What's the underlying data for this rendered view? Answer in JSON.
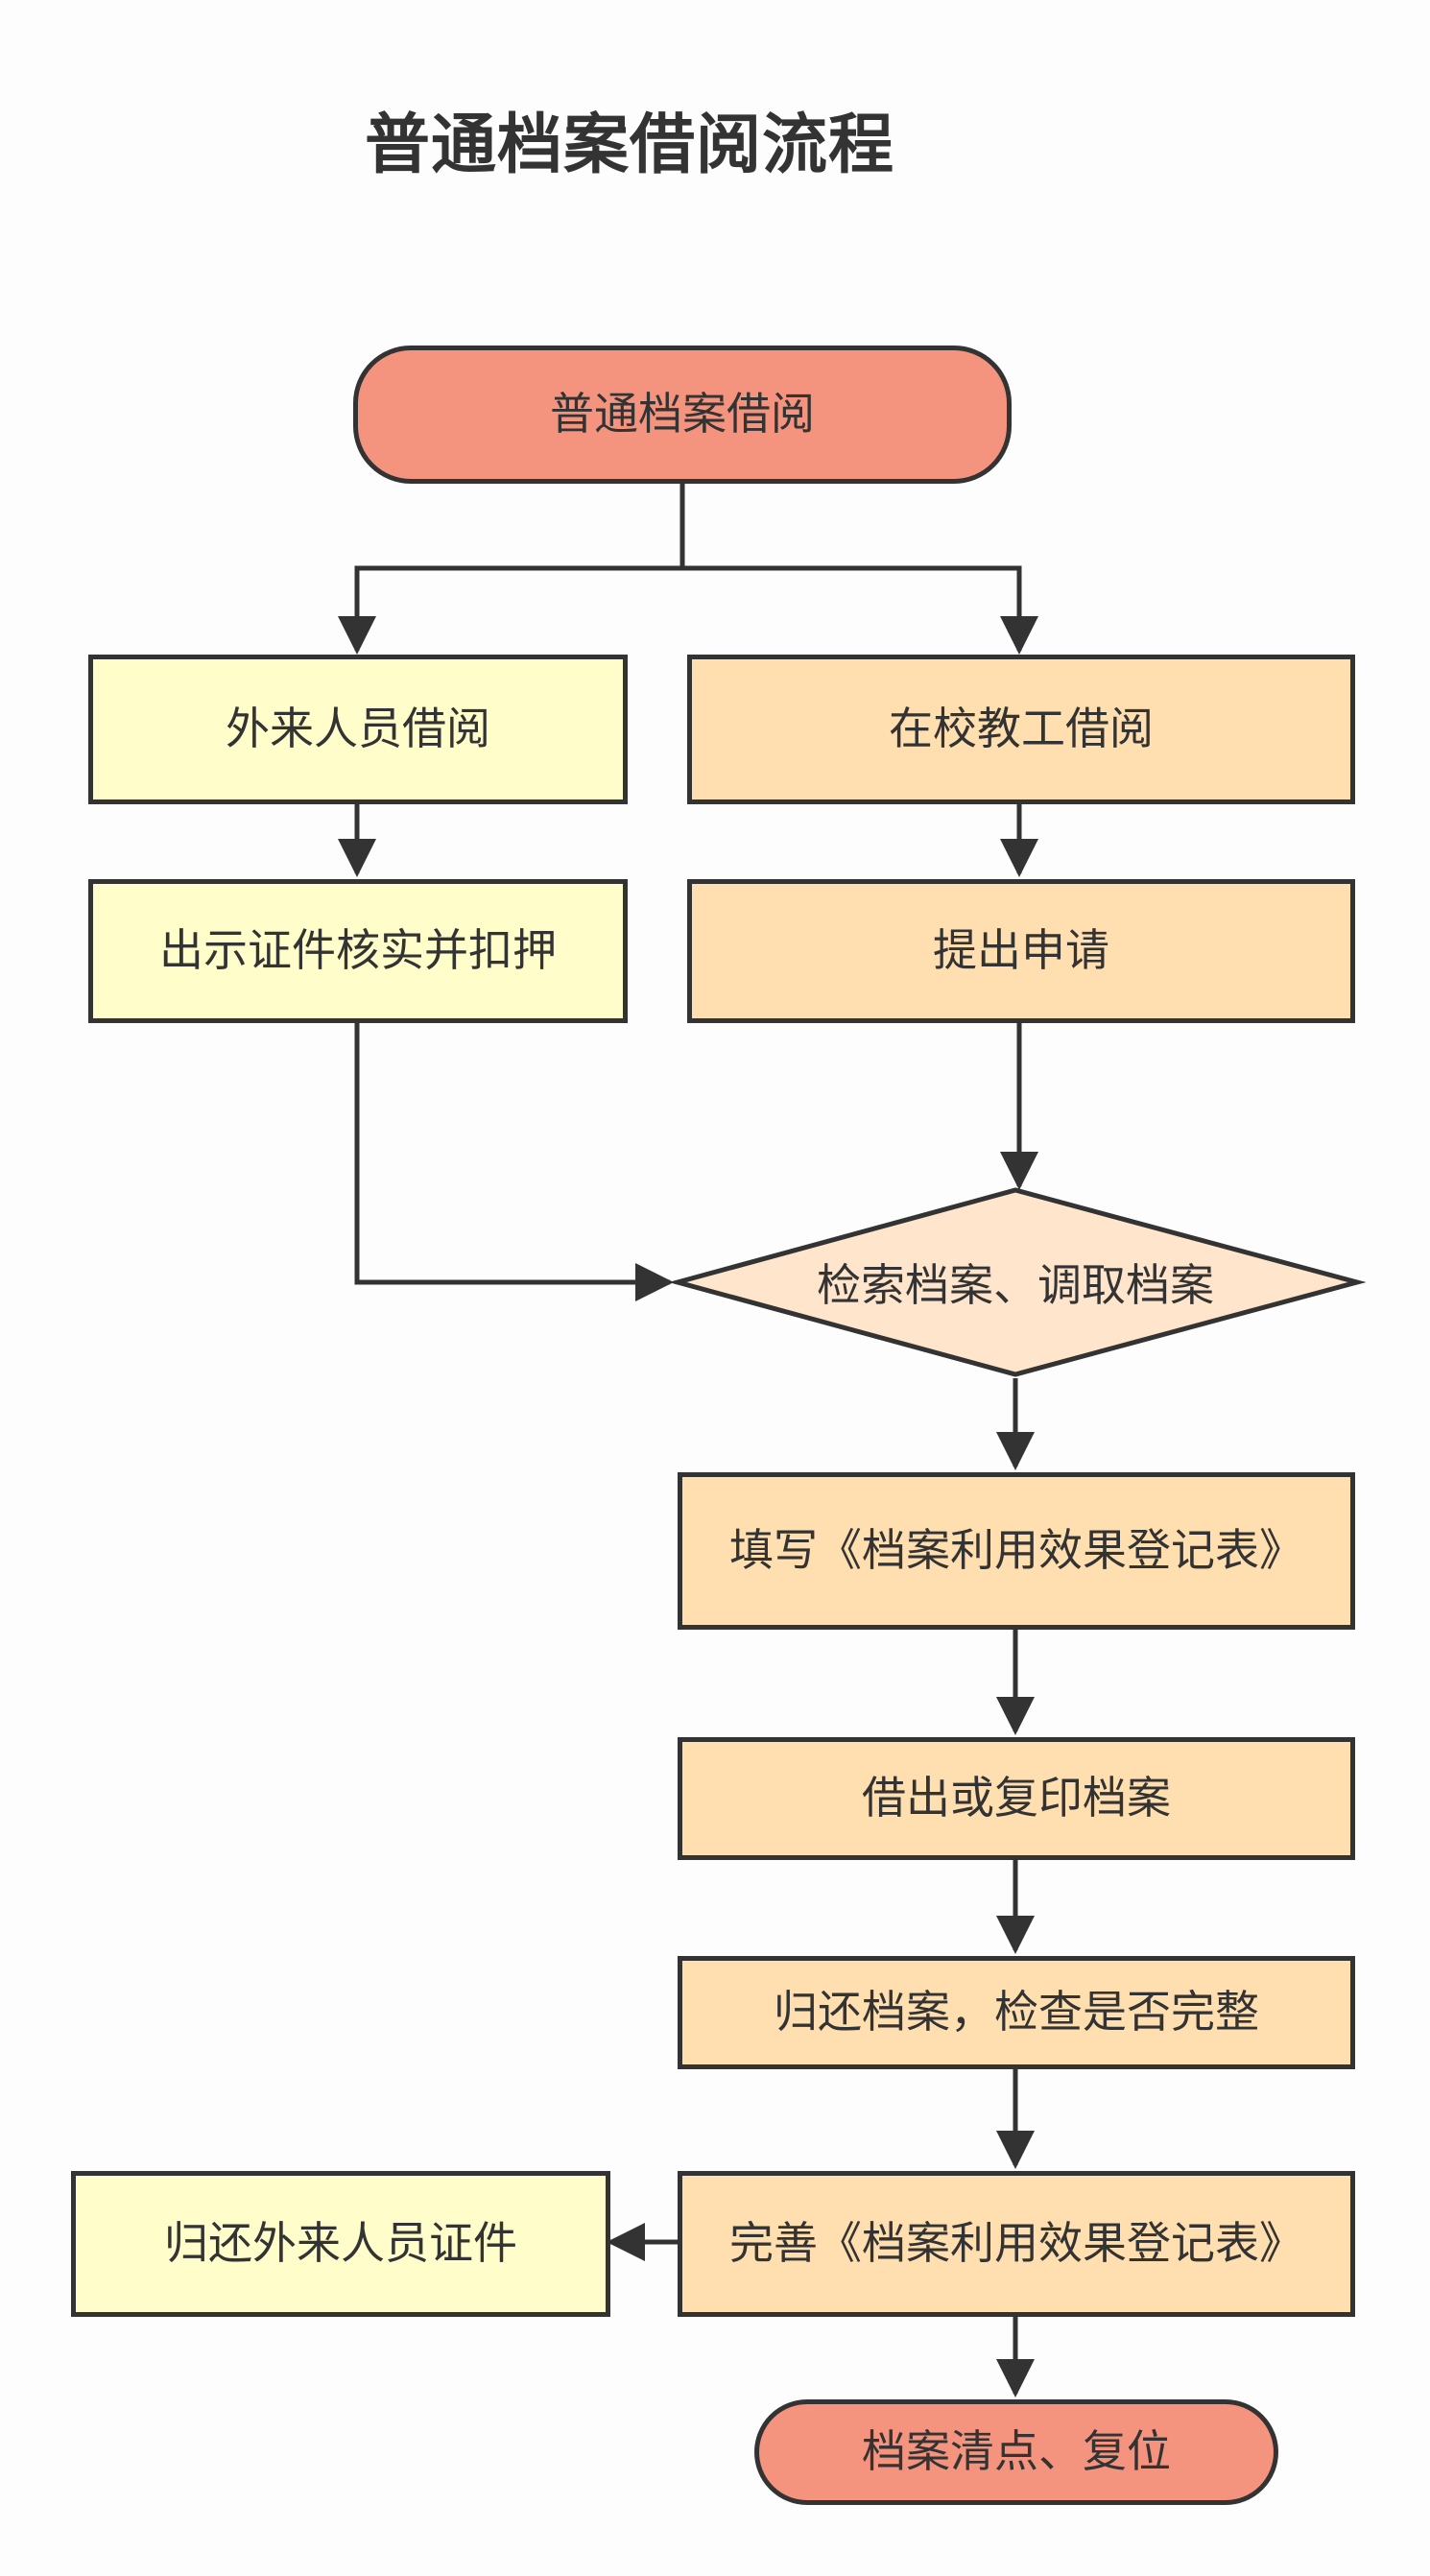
{
  "title": "普通档案借阅流程",
  "colors": {
    "terminal": "#f4937e",
    "visitor_box": "#fffecb",
    "staff_box": "#ffdfb0",
    "decision": "#ffe5cc",
    "stroke": "#333333",
    "text": "#333333"
  },
  "nodes": {
    "start": "普通档案借阅",
    "visitor_borrow": "外来人员借阅",
    "staff_borrow": "在校教工借阅",
    "show_id": "出示证件核实并扣押",
    "submit_application": "提出申请",
    "retrieve_archives": "检索档案、调取档案",
    "fill_register": "填写《档案利用效果登记表》",
    "lend_or_copy": "借出或复印档案",
    "return_check": "归还档案，检查是否完整",
    "complete_register": "完善《档案利用效果登记表》",
    "return_visitor_id": "归还外来人员证件",
    "end": "档案清点、复位"
  }
}
